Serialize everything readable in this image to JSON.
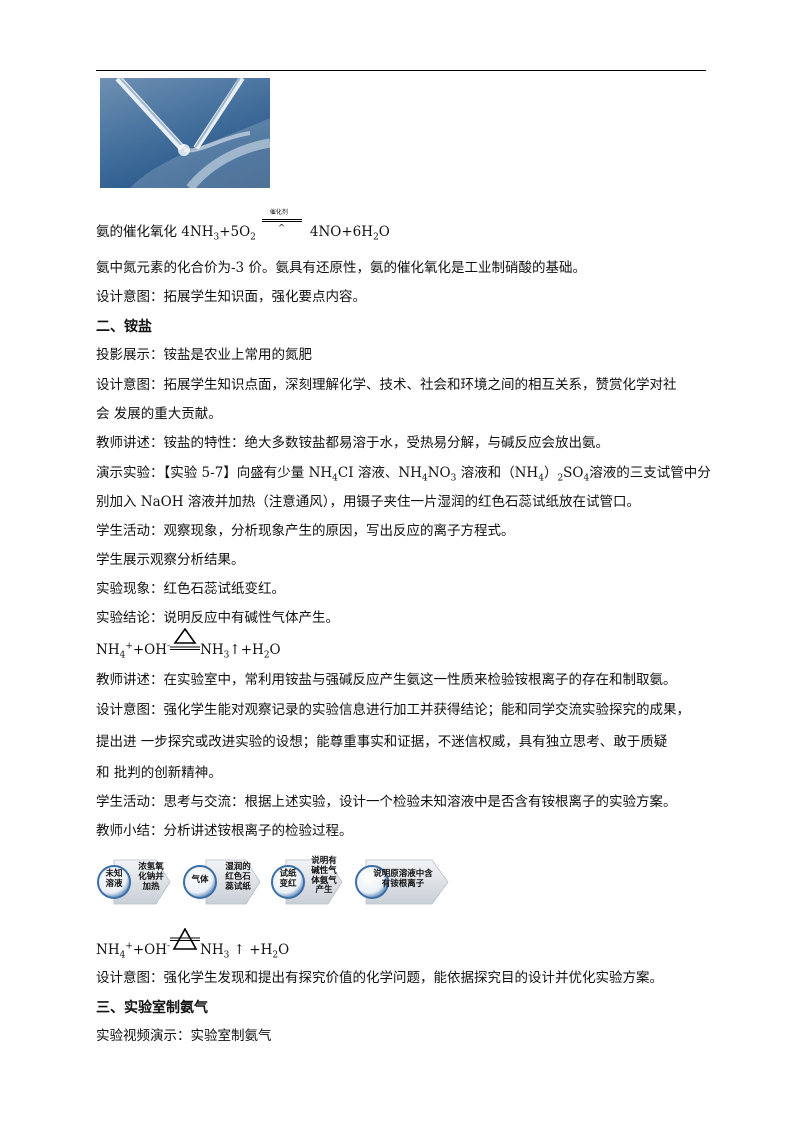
{
  "lines": {
    "l1_label": "氨的催化氧化 4NH",
    "l1_a": "3",
    "l1_b": "+5O",
    "l1_c": "2",
    "l1_cond_top": "催化剂",
    "l1_cond_caret": "^",
    "l1_d": "4NO+6H",
    "l1_e": "2",
    "l1_f": "O",
    "l2": "氨中氮元素的化合价为-3 价。氨具有还原性，氨的催化氧化是工业制硝酸的基础。",
    "l3": "设计意图：拓展学生知识面，强化要点内容。",
    "h2": "二、铵盐",
    "l4": "投影展示：铵盐是农业上常用的氮肥",
    "l5": "设计意图：拓展学生知识点面，深刻理解化学、技术、社会和环境之间的相互关系，赞赏化学对社",
    "l6": "会 发展的重大贡献。",
    "l7": "教师讲述：铵盐的特性：绝大多数铵盐都易溶于水，受热易分解，与碱反应会放出氨。",
    "l8_a": "演示实验：【实验 5-7】向盛有少量 NH",
    "l8_b": "4",
    "l8_c": "CI 溶液、NH",
    "l8_d": "4",
    "l8_e": "NO",
    "l8_f": "3",
    "l8_g": " 溶液和（NH",
    "l8_h": "4",
    "l8_i": "）",
    "l8_j": "2",
    "l8_k": "SO",
    "l8_l": "4",
    "l8_m": "溶液的三支试管中分",
    "l9": "别加入 NaOH 溶液并加热（注意通风），用镊子夹住一片湿润的红色石蕊试纸放在试管口。",
    "l10": "学生活动：观察现象，分析现象产生的原因，写出反应的离子方程式。",
    "l11": "学生展示观察分析结果。",
    "l12": "实验现象：红色石蕊试纸变红。",
    "l13": "实验结论：说明反应中有碱性气体产生。",
    "eq1_a": "NH",
    "eq1_b": "4",
    "eq1_c": "+",
    "eq1_d": "+OH",
    "eq1_e": "-",
    "eq1_f": "NH",
    "eq1_g": "3",
    "eq1_h": "↑+H",
    "eq1_i": "2",
    "eq1_j": "O",
    "l14": "教师讲述：在实验室中，常利用铵盐与强碱反应产生氨这一性质来检验铵根离子的存在和制取氨。",
    "l15": "设计意图：强化学生能对观察记录的实验信息进行加工并获得结论；能和同学交流实验探究的成果，",
    "l16": "提出进 一步探究或改进实验的设想；能尊重事实和证据，不迷信权威，具有独立思考、敢于质疑",
    "l17": "和 批判的创新精神。",
    "l18": "学生活动：思考与交流：根据上述实验，设计一个检验未知溶液中是否含有铵根离子的实验方案。",
    "l19": "教师小结：分析讲述铵根离子的检验过程。",
    "eq2_f": "NH",
    "eq2_g": "3",
    "eq2_h": " ↑ +H",
    "eq2_i": "2",
    "eq2_j": "O",
    "l20": "设计意图：强化学生发现和提出有探究价值的化学问题，能依据探究目的设计并优化实验方案。",
    "h3": "三、实验室制氨气",
    "l21": "实验视频演示：实验室制氨气"
  },
  "flow": {
    "s1": "未知\n溶液",
    "s2": "浓氢氧\n化钠并\n加热",
    "s3": "气体",
    "s4": "湿润的\n红色石\n蕊试纸",
    "s5": "试纸\n变红",
    "s6": "说明有\n碱性气\n体氨气\n产生",
    "s7": "说明原溶液中含\n有铵根离子"
  }
}
